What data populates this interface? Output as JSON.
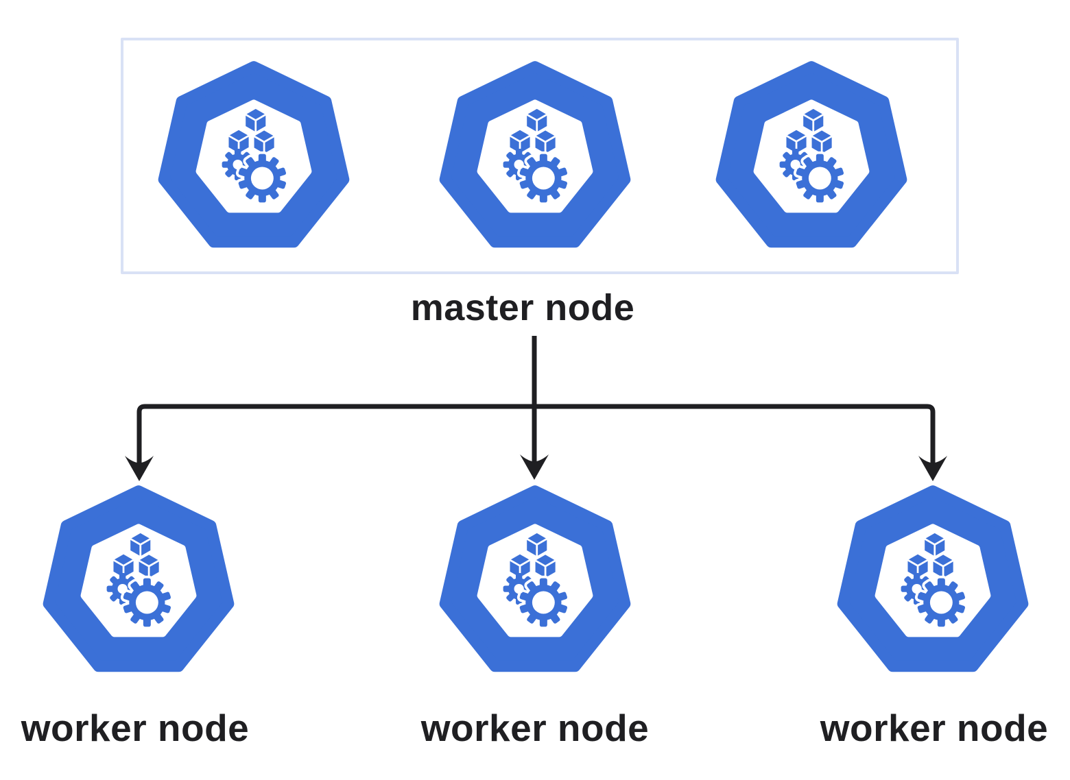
{
  "diagram": {
    "master": {
      "label": "master node",
      "icon_count": 3
    },
    "workers": [
      {
        "label": "worker node"
      },
      {
        "label": "worker node"
      },
      {
        "label": "worker node"
      }
    ],
    "icons": {
      "node": "kubernetes-node-icon",
      "node_description": "blue heptagon with cubes and gears"
    },
    "colors": {
      "node_blue": "#3b70d7",
      "box_border": "#d9e1f5",
      "ink": "#1f1f22",
      "background": "#ffffff"
    }
  }
}
